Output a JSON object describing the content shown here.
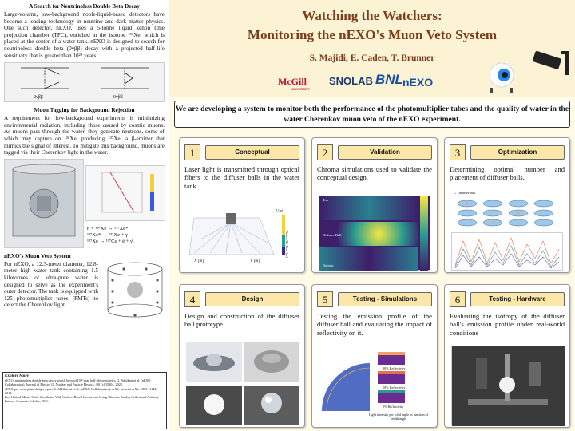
{
  "left": {
    "section1": {
      "title": "A Search for Neutrinoless Double Beta Decay",
      "body": "Large-volume, low-background noble-liquid-based detectors have become a leading technology in neutrino and dark matter physics. One such detector, nEXO, uses a 5-tonne liquid xenon time projection chamber (TPC), enriched in the isotope ¹³⁶Xe, which is placed at the center of a water tank. nEXO is designed to search for neutrinoless double beta (0νββ) decay with a projected half-life sensitivity that is greater than 10²⁸ years.",
      "diagram_labels": [
        "2νββ",
        "0νββ"
      ]
    },
    "section2": {
      "title": "Muon Tagging for Background Rejection",
      "body": "A requirement for low-background experiments is minimizing environmental radiation, including those caused by cosmic muons. As muons pass through the water, they generate neutrons, some of which may capture on ¹³⁶Xe, producing ¹³⁷Xe; a β-emitter that mimics the signal of interest. To mitigate this background, muons are tagged via their Cherenkov light in the water.",
      "equations": [
        "n + ¹³⁶Xe → ¹³⁷Xe*",
        "¹³⁷Xe* → ¹³⁷Xe + γ",
        "¹³⁷Xe → ¹³⁷Cs + ē + ν̄ₑ"
      ]
    },
    "section3": {
      "title": "nEXO's Muon Veto System",
      "body": "For nEXO, a 12.3-meter diameter, 12.8-meter high water tank containing 1.5 kilotonnes of ultra-pure water is designed to serve as the experiment's outer detector. The tank is equipped with 125 photomultiplier tubes (PMTs) to detect the Cherenkov light."
    },
    "references": {
      "title": "Explore More",
      "items": [
        "nEXO: neutrinoless double beta decay search beyond 10²⁸ year half-life sensitivity, G. Adhikari et al. (nEXO Collaboration), Journal of Physics G: Nuclear and Particle Physics, 49(1):015104, 2022.",
        "nEXO pre-conceptual design report, S. Al Kharusi et al. (nEXO Collaboration), arXiv preprint arXiv:1805.11142, 2018.",
        "Fast Optical Monte Carlo Simulation With Surface-Based Geometries Using Chroma, Stanley Seibert and Anthony Latorre, Semantic Scholar, 2011."
      ]
    }
  },
  "header": {
    "title_line1": "Watching the Watchers:",
    "title_line2": "Monitoring the nEXO's Muon Veto System",
    "authors": "S. Majidi, E. Caden, T. Brunner",
    "logos": [
      "McGill",
      "UNIVERSITY",
      "SNOLAB",
      "BNL",
      "nEXO"
    ]
  },
  "banner": "We are developing a system to monitor both the performance of the photomultiplier tubes and the quality of water in the water Cherenkov muon veto of the nEXO experiment.",
  "cards": [
    {
      "num": "1",
      "title": "Conceptual",
      "text": "Laser light is transmitted through optical fibers to the diffuser balls in the water tank.",
      "axis_label": "X [m]",
      "y_label": "Y [m]",
      "z_label": "Z [m]",
      "colorbar_label": "Photon Hit Time [ns]"
    },
    {
      "num": "2",
      "title": "Validation",
      "text": "Chroma simulations used to validate the conceptual design.",
      "labels": [
        "Top",
        "Diffuser Ball",
        "Bottom"
      ]
    },
    {
      "num": "3",
      "title": "Optimization",
      "text": "Determining optimal number and placement of diffuser balls.",
      "legend": "→ Diffuser ball"
    },
    {
      "num": "4",
      "title": "Design",
      "text": "Design and construction of the diffuser ball prototype."
    },
    {
      "num": "5",
      "title": "Testing - Simulations",
      "text": "Testing the emission profile of the diffuser ball and evaluating the impact of reflectivity on it.",
      "labels": [
        "80% Reflectivity",
        "50% Reflectivity",
        "0% Reflectivity",
        "Light intensity per solid angle as function of zenith angle"
      ]
    },
    {
      "num": "6",
      "title": "Testing - Hardware",
      "text": "Evaluating the isotropy of the diffuser ball's emission profile under real-world conditions"
    }
  ],
  "colors": {
    "title": "#7a3c1a",
    "accent": "#fde7a8",
    "mcgill_red": "#c8102e",
    "nexo_blue": "#1a4fa0"
  }
}
